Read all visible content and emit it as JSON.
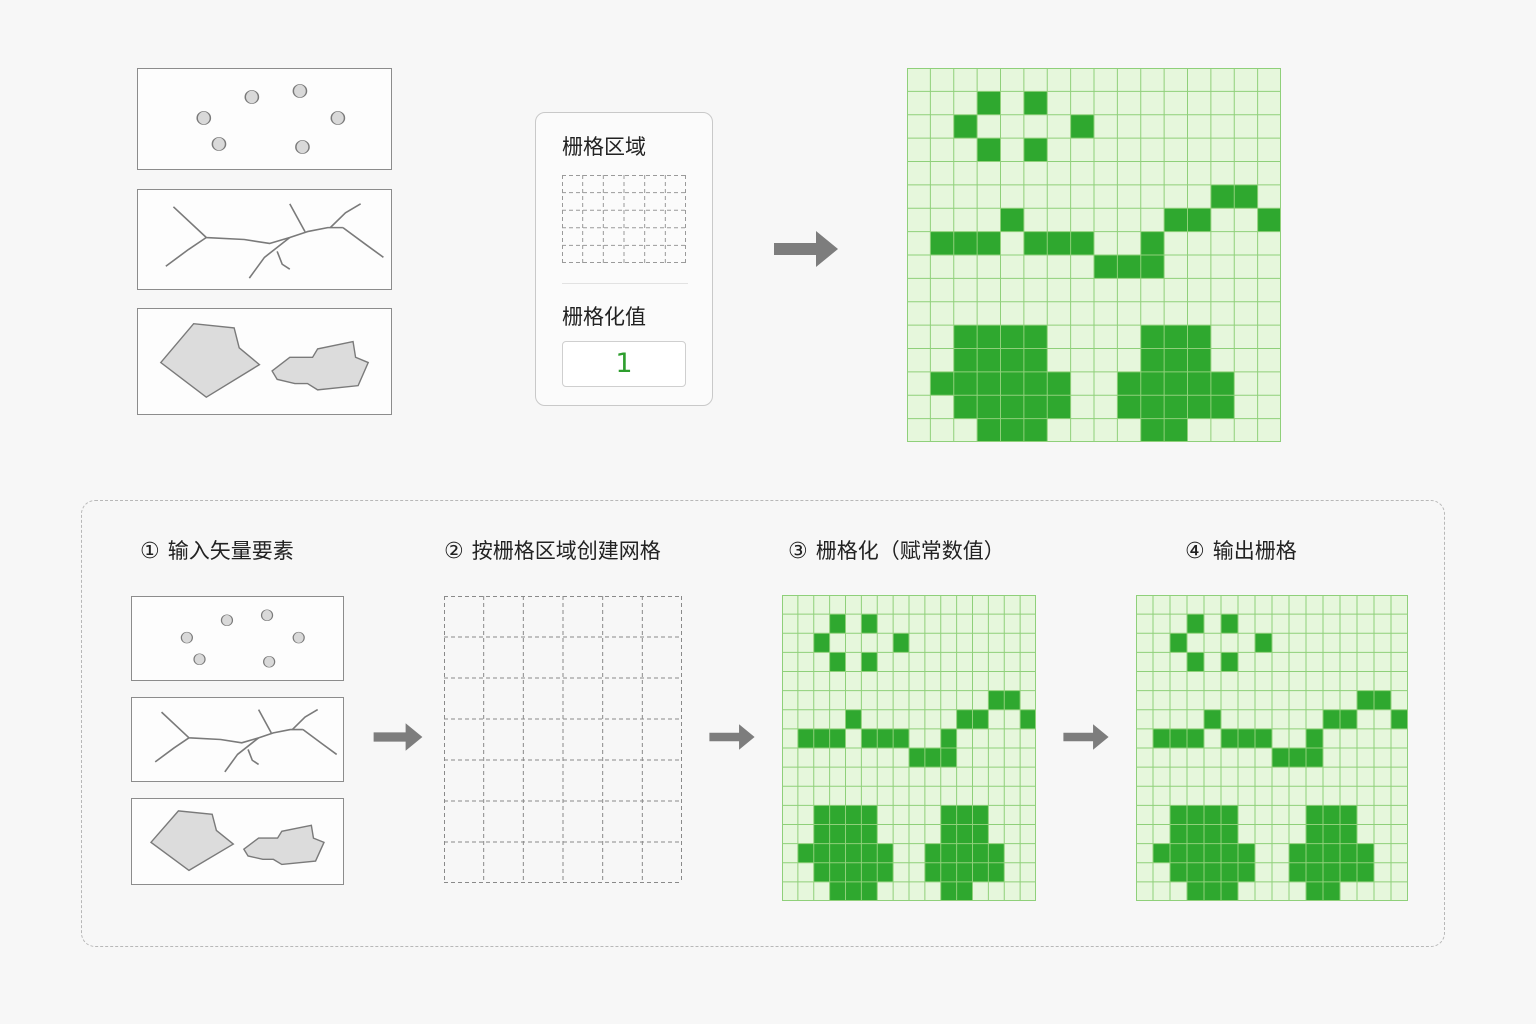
{
  "parameter_panel": {
    "extent_label": "栅格区域",
    "value_label": "栅格化值",
    "value": "1"
  },
  "workflow_steps": [
    {
      "number": "①",
      "label": "输入矢量要素"
    },
    {
      "number": "②",
      "label": "按栅格区域创建网格"
    },
    {
      "number": "③",
      "label": "栅格化（赋常数值）"
    },
    {
      "number": "④",
      "label": "输出栅格"
    }
  ],
  "icons": [
    "point-features-icon",
    "line-features-icon",
    "polygon-features-icon",
    "arrow-right-icon"
  ],
  "colors": {
    "cell_filled": "#2fa82f",
    "cell_empty": "#e6f7dc",
    "grid_line": "#8fd07a",
    "feature_fill": "#dcdcdc",
    "feature_stroke": "#7a7a7a",
    "arrow": "#7d7d7d"
  }
}
